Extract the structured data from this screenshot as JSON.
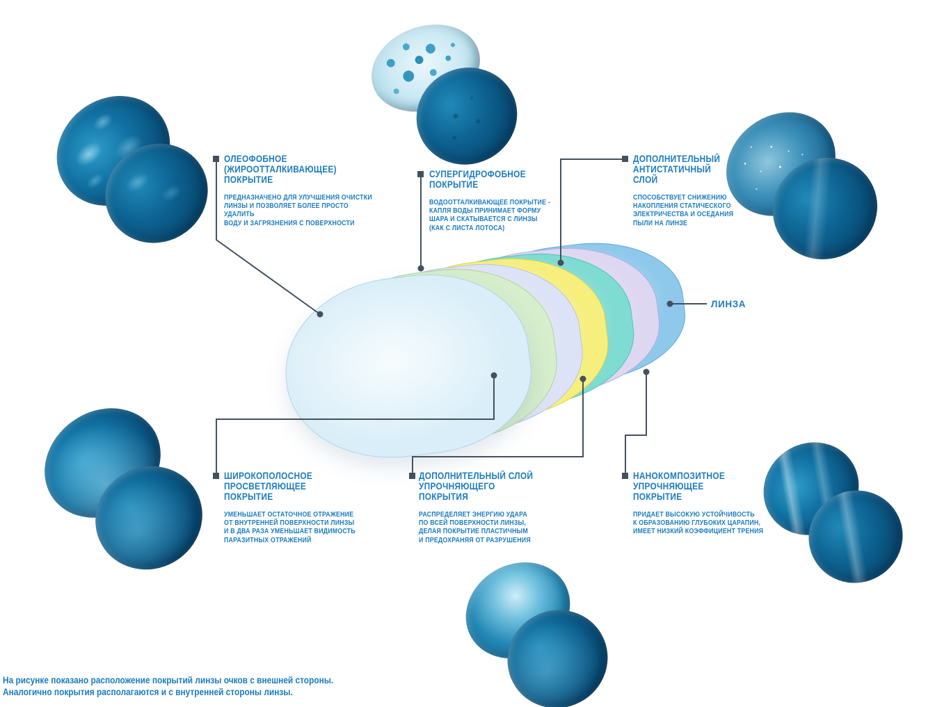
{
  "meta": {
    "title_semantic": "Схема расположения покрытий линзы очков"
  },
  "colors": {
    "text": "#1b7cc0",
    "connector": "#44505e"
  },
  "callouts": [
    {
      "id": "oleophobic",
      "title": "ОЛЕОФОБНОЕ\n(ЖИРООТТАЛКИВАЮЩЕЕ)\nПОКРЫТИЕ",
      "body": "ПРЕДНАЗНАЧЕНО ДЛЯ УЛУЧШЕНИЯ ОЧИСТКИ\nЛИНЗЫ И ПОЗВОЛЯЕТ БОЛЕЕ ПРОСТО УДАЛИТЬ\nВОДУ И ЗАГРЯЗНЕНИЯ С ПОВЕРХНОСТИ"
    },
    {
      "id": "superhydrophobic",
      "title": "СУПЕРГИДРОФОБНОЕ\nПОКРЫТИЕ",
      "body": "ВОДООТТАЛКИВАЮЩЕЕ ПОКРЫТИЕ -\nКАПЛЯ ВОДЫ ПРИНИМАЕТ ФОРМУ\nШАРА И СКАТЫВАЕТСЯ С ЛИНЗЫ\n(КАК С ЛИСТА ЛОТОСА)"
    },
    {
      "id": "antistatic",
      "title": "ДОПОЛНИТЕЛЬНЫЙ\nАНТИСТАТИЧНЫЙ\nСЛОЙ",
      "body": "СПОСОБСТВУЕТ СНИЖЕНИЮ\nНАКОПЛЕНИЯ СТАТИЧЕСКОГО\nЭЛЕКТРИЧЕСТВА И ОСЕДАНИЯ\nПЫЛИ НА ЛИНЗЕ"
    },
    {
      "id": "wideband-ar",
      "title": "ШИРОКОПОЛОСНОЕ\nПРОСВЕТЛЯЮЩЕЕ\nПОКРЫТИЕ",
      "body": "УМЕНЬШАЕТ ОСТАТОЧНОЕ ОТРАЖЕНИЕ\nОТ ВНУТРЕННЕЙ ПОВЕРХНОСТИ ЛИНЗЫ\nИ В ДВА РАЗА УМЕНЬШАЕТ ВИДИМОСТЬ\nПАРАЗИТНЫХ ОТРАЖЕНИЙ"
    },
    {
      "id": "hardening-extra-layer",
      "title": "ДОПОЛНИТЕЛЬНЫЙ СЛОЙ\nУПРОЧНЯЮЩЕГО\nПОКРЫТИЯ",
      "body": "РАСПРЕДЕЛЯЕТ ЭНЕРГИЮ УДАРА\nПО ВСЕЙ ПОВЕРХНОСТИ ЛИНЗЫ,\nДЕЛАЯ ПОКРЫТИЕ ПЛАСТИЧНЫМ\nИ ПРЕДОХРАНЯЯ ОТ РАЗРУШЕНИЯ"
    },
    {
      "id": "nanocomposite",
      "title": "НАНОКОМПОЗИТНОЕ\nУПРОЧНЯЮЩЕЕ\nПОКРЫТИЕ",
      "body": "ПРИДАЕТ ВЫСОКУЮ УСТОЙЧИВОСТЬ\nК ОБРАЗОВАНИЮ ГЛУБОКИХ ЦАРАПИН,\nИМЕЕТ НИЗКИЙ КОЭФФИЦИЕНТ ТРЕНИЯ"
    }
  ],
  "lens_label": "ЛИНЗА",
  "caption": "На рисунке показано расположение покрытий линзы очков с внешней стороны.\nАналогично покрытия располагаются и с внутренней стороны линзы.",
  "layers": [
    {
      "name": "layer-1-outer",
      "color": "#d9eef8",
      "border": "#aed4e8"
    },
    {
      "name": "layer-2",
      "color": "#d6eecb",
      "border": "#a9d797"
    },
    {
      "name": "layer-3",
      "color": "#dde3f6",
      "border": "#b7c2e6"
    },
    {
      "name": "layer-4",
      "color": "#f6ef7d",
      "border": "#ded052"
    },
    {
      "name": "layer-5",
      "color": "#7fdcd2",
      "border": "#4fc3b7"
    },
    {
      "name": "layer-6",
      "color": "#ddd7f2",
      "border": "#b7addf"
    },
    {
      "name": "lens-base",
      "color": "#8ec9eb",
      "border": "#5fa8d6"
    }
  ]
}
